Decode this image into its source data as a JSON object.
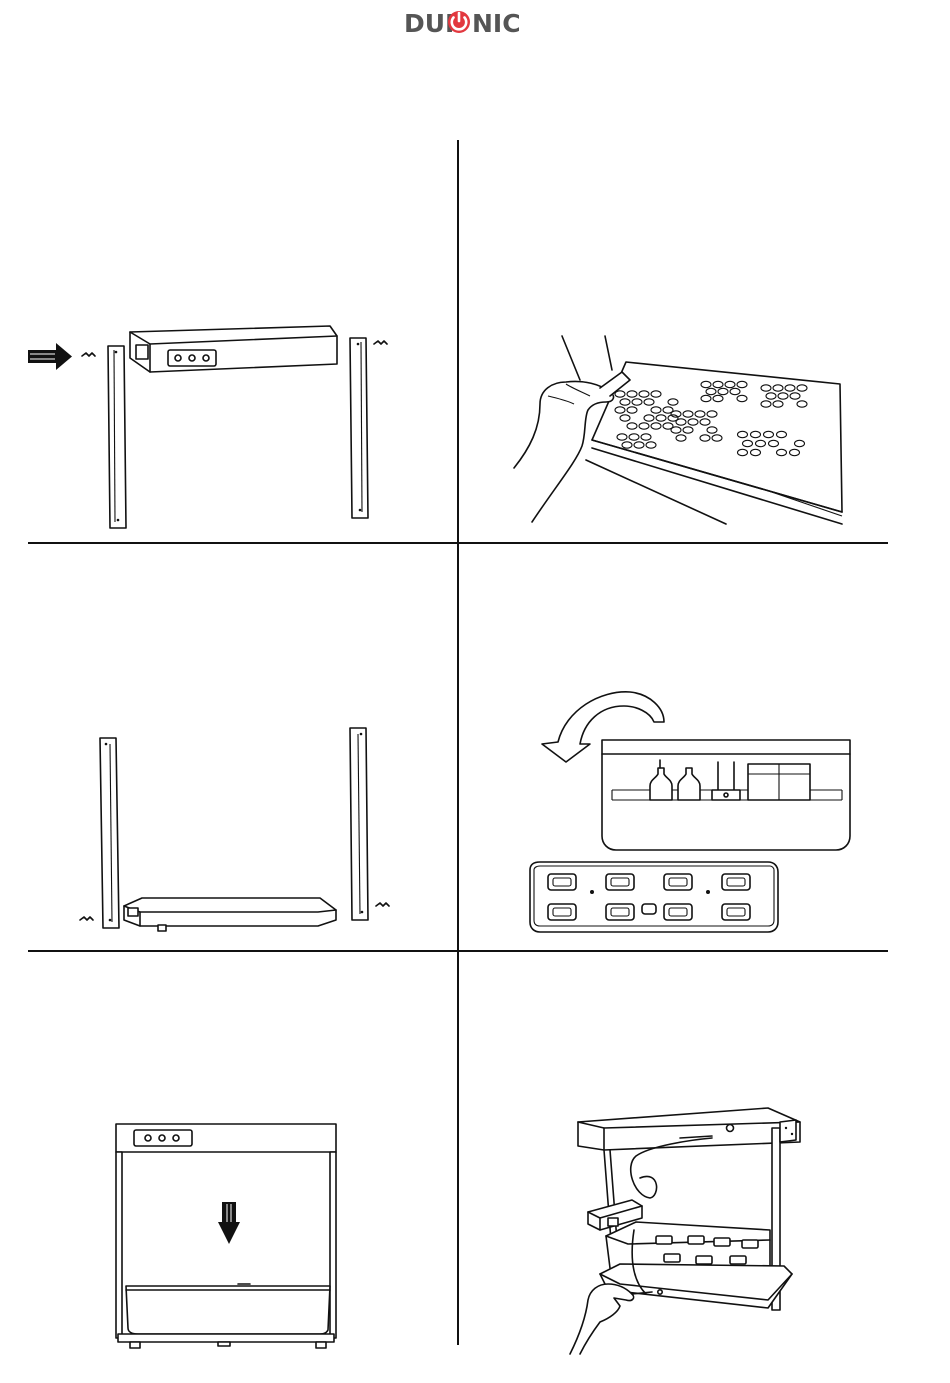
{
  "brand": {
    "logo_prefix": "DUR",
    "logo_suffix": "NIC",
    "accent_color": "#e2383f",
    "text_color": "#555555"
  },
  "steps": [
    {
      "id": 1,
      "icon": "attach-side-bars-to-light-bar-illustration"
    },
    {
      "id": 2,
      "icon": "hand-pressing-lid-holes-illustration"
    },
    {
      "id": 3,
      "icon": "attach-side-bars-to-base-illustration"
    },
    {
      "id": 4,
      "icon": "flip-tank-and-lid-illustration"
    },
    {
      "id": 5,
      "icon": "insert-tank-into-frame-illustration"
    },
    {
      "id": 6,
      "icon": "connect-power-cable-illustration"
    }
  ]
}
